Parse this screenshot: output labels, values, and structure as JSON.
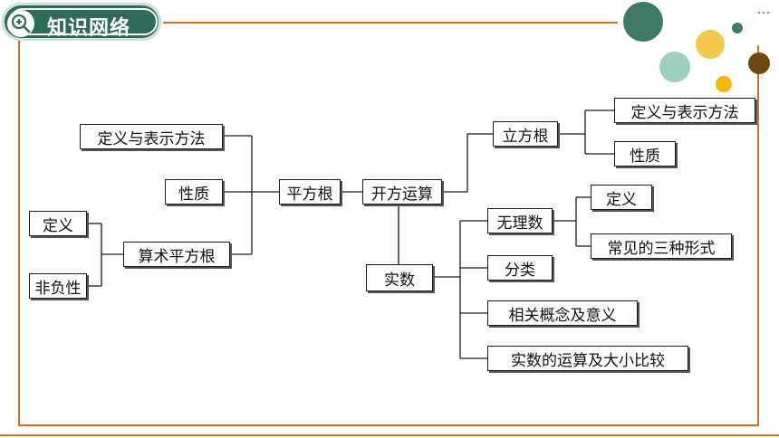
{
  "header": {
    "title": "知识网络",
    "icon": "zoom-in-icon"
  },
  "colors": {
    "frame": "#c8742e",
    "badge": "#2f6b5a",
    "dots": [
      "#3f7a63",
      "#f2c94c",
      "#9ccfc0",
      "#6b4a12",
      "#f0b800",
      "#3f7a63"
    ]
  },
  "nodes": {
    "def_left": "定义与表示方法",
    "prop_left": "性质",
    "sqrt": "平方根",
    "kaifang": "开方运算",
    "cube_root": "立方根",
    "def_right": "定义与表示方法",
    "prop_right": "性质",
    "irrational": "无理数",
    "def_irr": "定义",
    "forms": "常见的三种形式",
    "real": "实数",
    "classify": "分类",
    "concepts": "相关概念及意义",
    "ops": "实数的运算及大小比较",
    "arith_sqrt": "算术平方根",
    "def_small": "定义",
    "nonneg": "非负性"
  }
}
